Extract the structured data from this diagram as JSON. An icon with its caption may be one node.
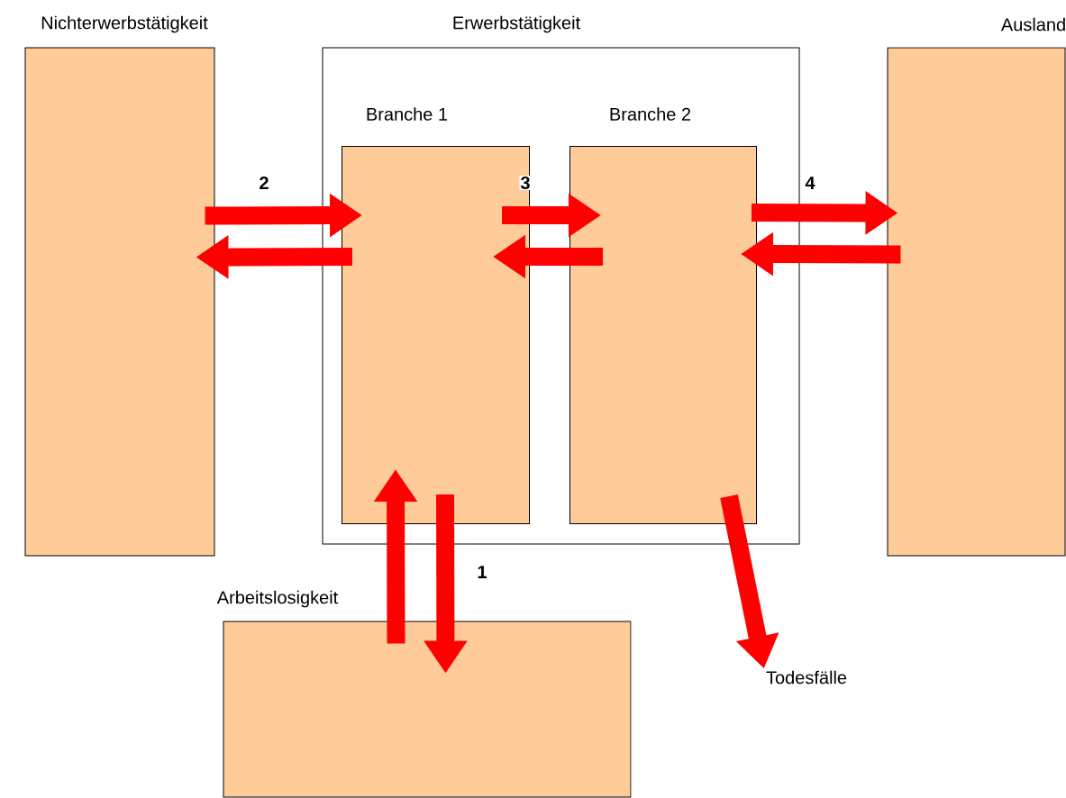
{
  "diagram": {
    "nodes": [
      {
        "text": [
          "Nichterwerbstätigkeit"
        ]
      },
      {
        "text": [
          "Erwerbstätigkeit"
        ]
      },
      {
        "text": [
          "Branche 1"
        ],
        "in": 1
      },
      {
        "text": [
          "Branche 2"
        ],
        "in": 1
      },
      {
        "text": [
          "Ausland"
        ]
      },
      {
        "text": [
          "Arbeitslosigkeit"
        ]
      },
      {
        "text": [
          "Todesfälle"
        ]
      }
    ],
    "edges": [
      {
        "from": 0,
        "to": 2,
        "arrow": "to",
        "label": "2"
      },
      {
        "from": 2,
        "to": 0,
        "arrow": "to"
      },
      {
        "from": 2,
        "to": 3,
        "arrow": "to",
        "label": "3"
      },
      {
        "from": 3,
        "to": 2,
        "arrow": "to"
      },
      {
        "from": 3,
        "to": 4,
        "arrow": "to",
        "label": "4"
      },
      {
        "from": 4,
        "to": 3,
        "arrow": "to"
      },
      {
        "from": 5,
        "to": 2,
        "arrow": "to"
      },
      {
        "from": 2,
        "to": 5,
        "arrow": "to",
        "label": "1"
      },
      {
        "from": 3,
        "to": 6,
        "arrow": "to"
      }
    ]
  }
}
